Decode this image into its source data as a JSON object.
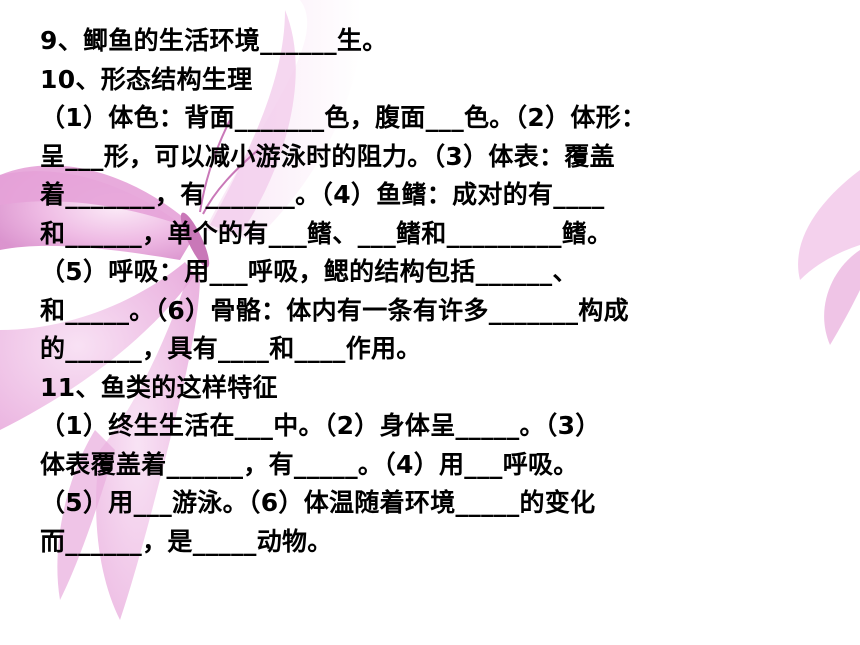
{
  "slide": {
    "lines": [
      "9、鲫鱼的生活环境______生。",
      "10、形态结构生理",
      "（1）体色：背面_______色，腹面___色。（2）体形：",
      "呈___形，可以减小游泳时的阻力。（3）体表：覆盖",
      "着_______，有_______。（4）鱼鳍：成对的有____",
      "和______，单个的有___鳍、___鳍和_________鳍。",
      "（5）呼吸：用___呼吸，鳃的结构包括______、",
      "和_____。（6）骨骼：体内有一条有许多_______构成",
      "的______，具有____和____作用。",
      "11、鱼类的这样特征",
      "（1）终生生活在___中。（2）身体呈_____。（3）",
      "体表覆盖着______，有_____。（4）用___呼吸。",
      "（5）用___游泳。（6）体温随着环境_____的变化",
      "而______，是_____动物。"
    ]
  },
  "colors": {
    "text": "#000000",
    "butterfly_pink": "#e7a6da",
    "butterfly_light": "#f6d7ef",
    "background": "#ffffff"
  }
}
